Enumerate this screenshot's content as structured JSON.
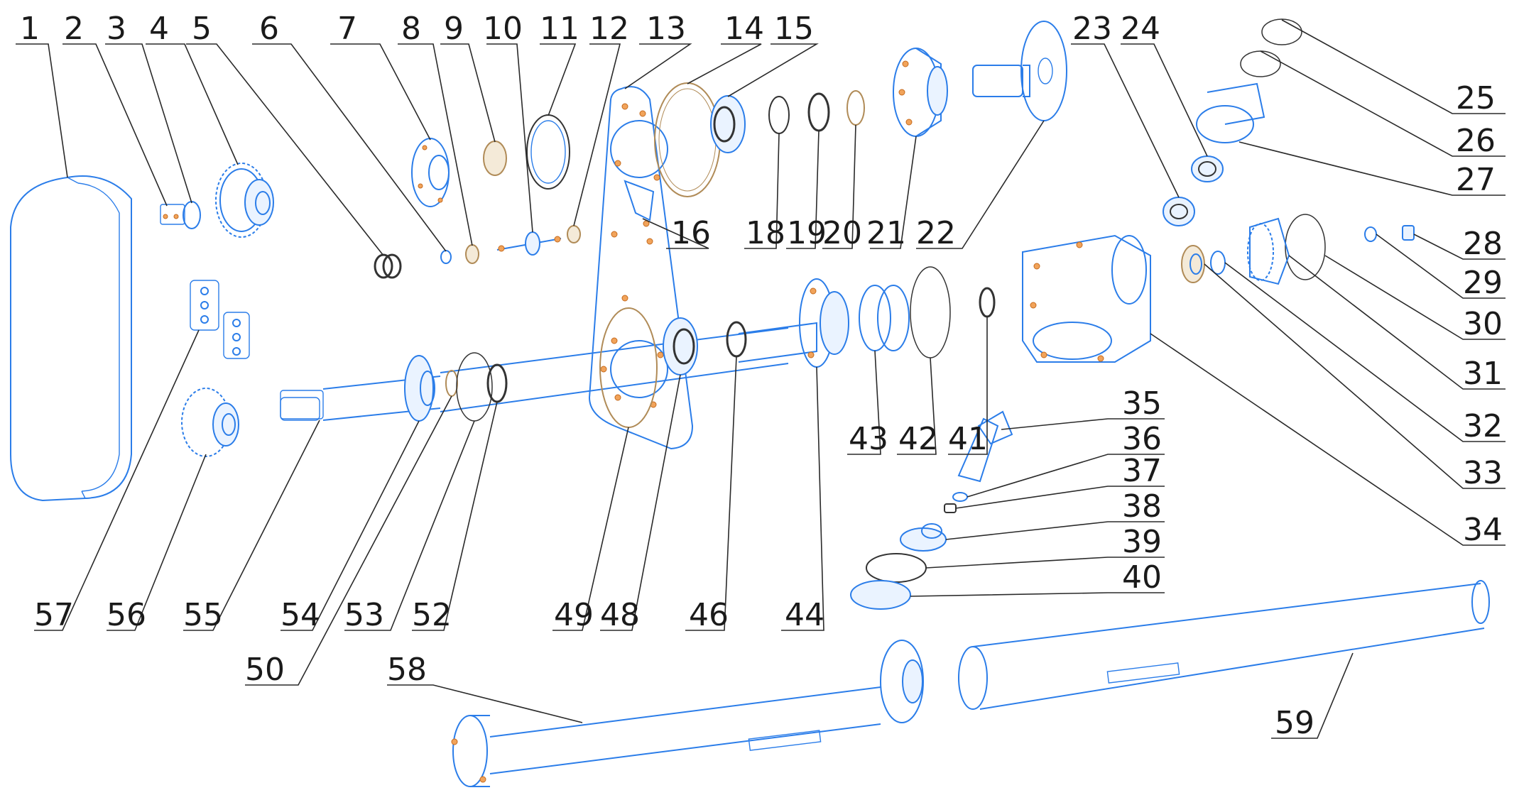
{
  "callouts": [
    {
      "id": "c1",
      "label": "1"
    },
    {
      "id": "c2",
      "label": "2"
    },
    {
      "id": "c3",
      "label": "3"
    },
    {
      "id": "c4",
      "label": "4"
    },
    {
      "id": "c5",
      "label": "5"
    },
    {
      "id": "c6",
      "label": "6"
    },
    {
      "id": "c7",
      "label": "7"
    },
    {
      "id": "c8",
      "label": "8"
    },
    {
      "id": "c9",
      "label": "9"
    },
    {
      "id": "c10",
      "label": "10"
    },
    {
      "id": "c11",
      "label": "11"
    },
    {
      "id": "c12",
      "label": "12"
    },
    {
      "id": "c13",
      "label": "13"
    },
    {
      "id": "c14",
      "label": "14"
    },
    {
      "id": "c15",
      "label": "15"
    },
    {
      "id": "c16",
      "label": "16"
    },
    {
      "id": "c18",
      "label": "18"
    },
    {
      "id": "c19",
      "label": "19"
    },
    {
      "id": "c20",
      "label": "20"
    },
    {
      "id": "c21",
      "label": "21"
    },
    {
      "id": "c22",
      "label": "22"
    },
    {
      "id": "c23",
      "label": "23"
    },
    {
      "id": "c24",
      "label": "24"
    },
    {
      "id": "c25",
      "label": "25"
    },
    {
      "id": "c26",
      "label": "26"
    },
    {
      "id": "c27",
      "label": "27"
    },
    {
      "id": "c28",
      "label": "28"
    },
    {
      "id": "c29",
      "label": "29"
    },
    {
      "id": "c30",
      "label": "30"
    },
    {
      "id": "c31",
      "label": "31"
    },
    {
      "id": "c32",
      "label": "32"
    },
    {
      "id": "c33",
      "label": "33"
    },
    {
      "id": "c34",
      "label": "34"
    },
    {
      "id": "c35",
      "label": "35"
    },
    {
      "id": "c36",
      "label": "36"
    },
    {
      "id": "c37",
      "label": "37"
    },
    {
      "id": "c38",
      "label": "38"
    },
    {
      "id": "c39",
      "label": "39"
    },
    {
      "id": "c40",
      "label": "40"
    },
    {
      "id": "c41",
      "label": "41"
    },
    {
      "id": "c42",
      "label": "42"
    },
    {
      "id": "c43",
      "label": "43"
    },
    {
      "id": "c44",
      "label": "44"
    },
    {
      "id": "c46",
      "label": "46"
    },
    {
      "id": "c48",
      "label": "48"
    },
    {
      "id": "c49",
      "label": "49"
    },
    {
      "id": "c50",
      "label": "50"
    },
    {
      "id": "c52",
      "label": "52"
    },
    {
      "id": "c53",
      "label": "53"
    },
    {
      "id": "c54",
      "label": "54"
    },
    {
      "id": "c55",
      "label": "55"
    },
    {
      "id": "c56",
      "label": "56"
    },
    {
      "id": "c57",
      "label": "57"
    },
    {
      "id": "c58",
      "label": "58"
    },
    {
      "id": "c59",
      "label": "59"
    }
  ],
  "colors": {
    "part_outline": "#2b7de9",
    "bolt": "#f1a35a",
    "bronze": "#b08b57",
    "leader": "#2a2a2a"
  }
}
